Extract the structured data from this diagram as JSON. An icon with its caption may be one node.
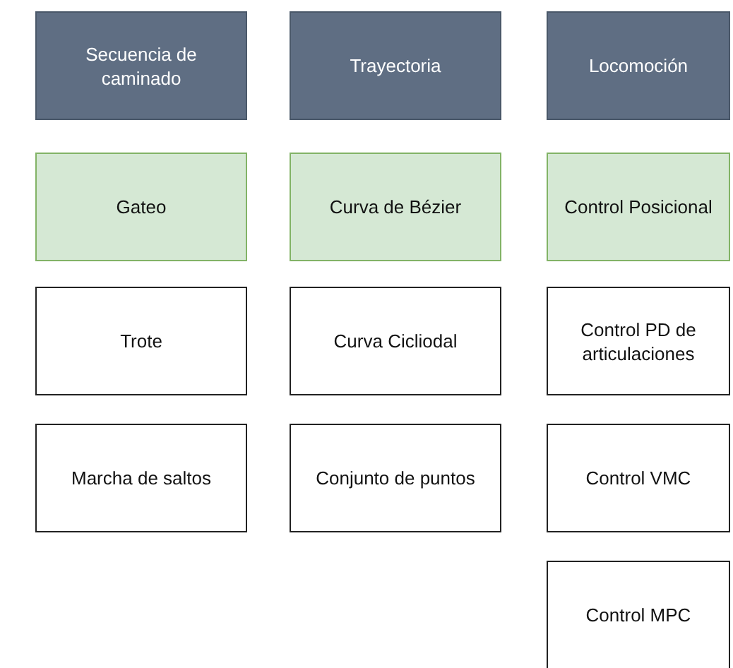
{
  "diagram": {
    "nodes": [
      {
        "text": [
          "Secuencia de caminado"
        ]
      },
      {
        "text": [
          "Trayectoria"
        ]
      },
      {
        "text": [
          "Locomoción"
        ]
      },
      {
        "text": [
          "Gateo"
        ]
      },
      {
        "text": [
          "Curva de Bézier"
        ]
      },
      {
        "text": [
          "Control Posicional"
        ]
      },
      {
        "text": [
          "Trote"
        ]
      },
      {
        "text": [
          "Curva Cicliodal"
        ]
      },
      {
        "text": [
          "Control PD de articulaciones"
        ]
      },
      {
        "text": [
          "Marcha de saltos"
        ]
      },
      {
        "text": [
          "Conjunto de puntos"
        ]
      },
      {
        "text": [
          "Control VMC"
        ]
      },
      {
        "text": [
          "Control MPC"
        ]
      }
    ]
  }
}
